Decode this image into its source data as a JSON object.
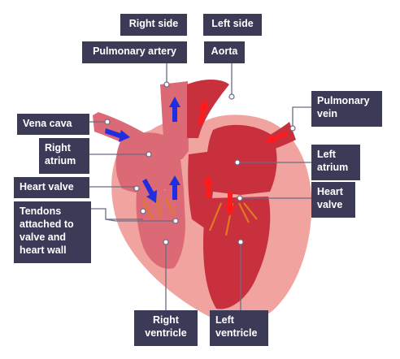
{
  "labels": {
    "right_side": "Right side",
    "left_side": "Left side",
    "pulmonary_artery": "Pulmonary artery",
    "aorta": "Aorta",
    "pulmonary_vein": "Pulmonary\nvein",
    "vena_cava": "Vena cava",
    "right_atrium": "Right\natrium",
    "left_atrium": "Left\natrium",
    "heart_valve_left_label": "Heart valve",
    "heart_valve_right_label": "Heart\nvalve",
    "tendons": "Tendons\nattached to\nvalve and\nheart wall",
    "right_ventricle": "Right\nventricle",
    "left_ventricle": "Left\nventricle"
  },
  "colors": {
    "label_bg": "#3b3b58",
    "pericardium": "#f1a3a0",
    "right_side_tissue": "#dc6a76",
    "left_side_tissue": "#c8303e",
    "blood_arrow_deoxygenated": "#1f2ee0",
    "blood_arrow_oxygenated": "#ff1b1b",
    "tendons": "#e07a1e"
  }
}
